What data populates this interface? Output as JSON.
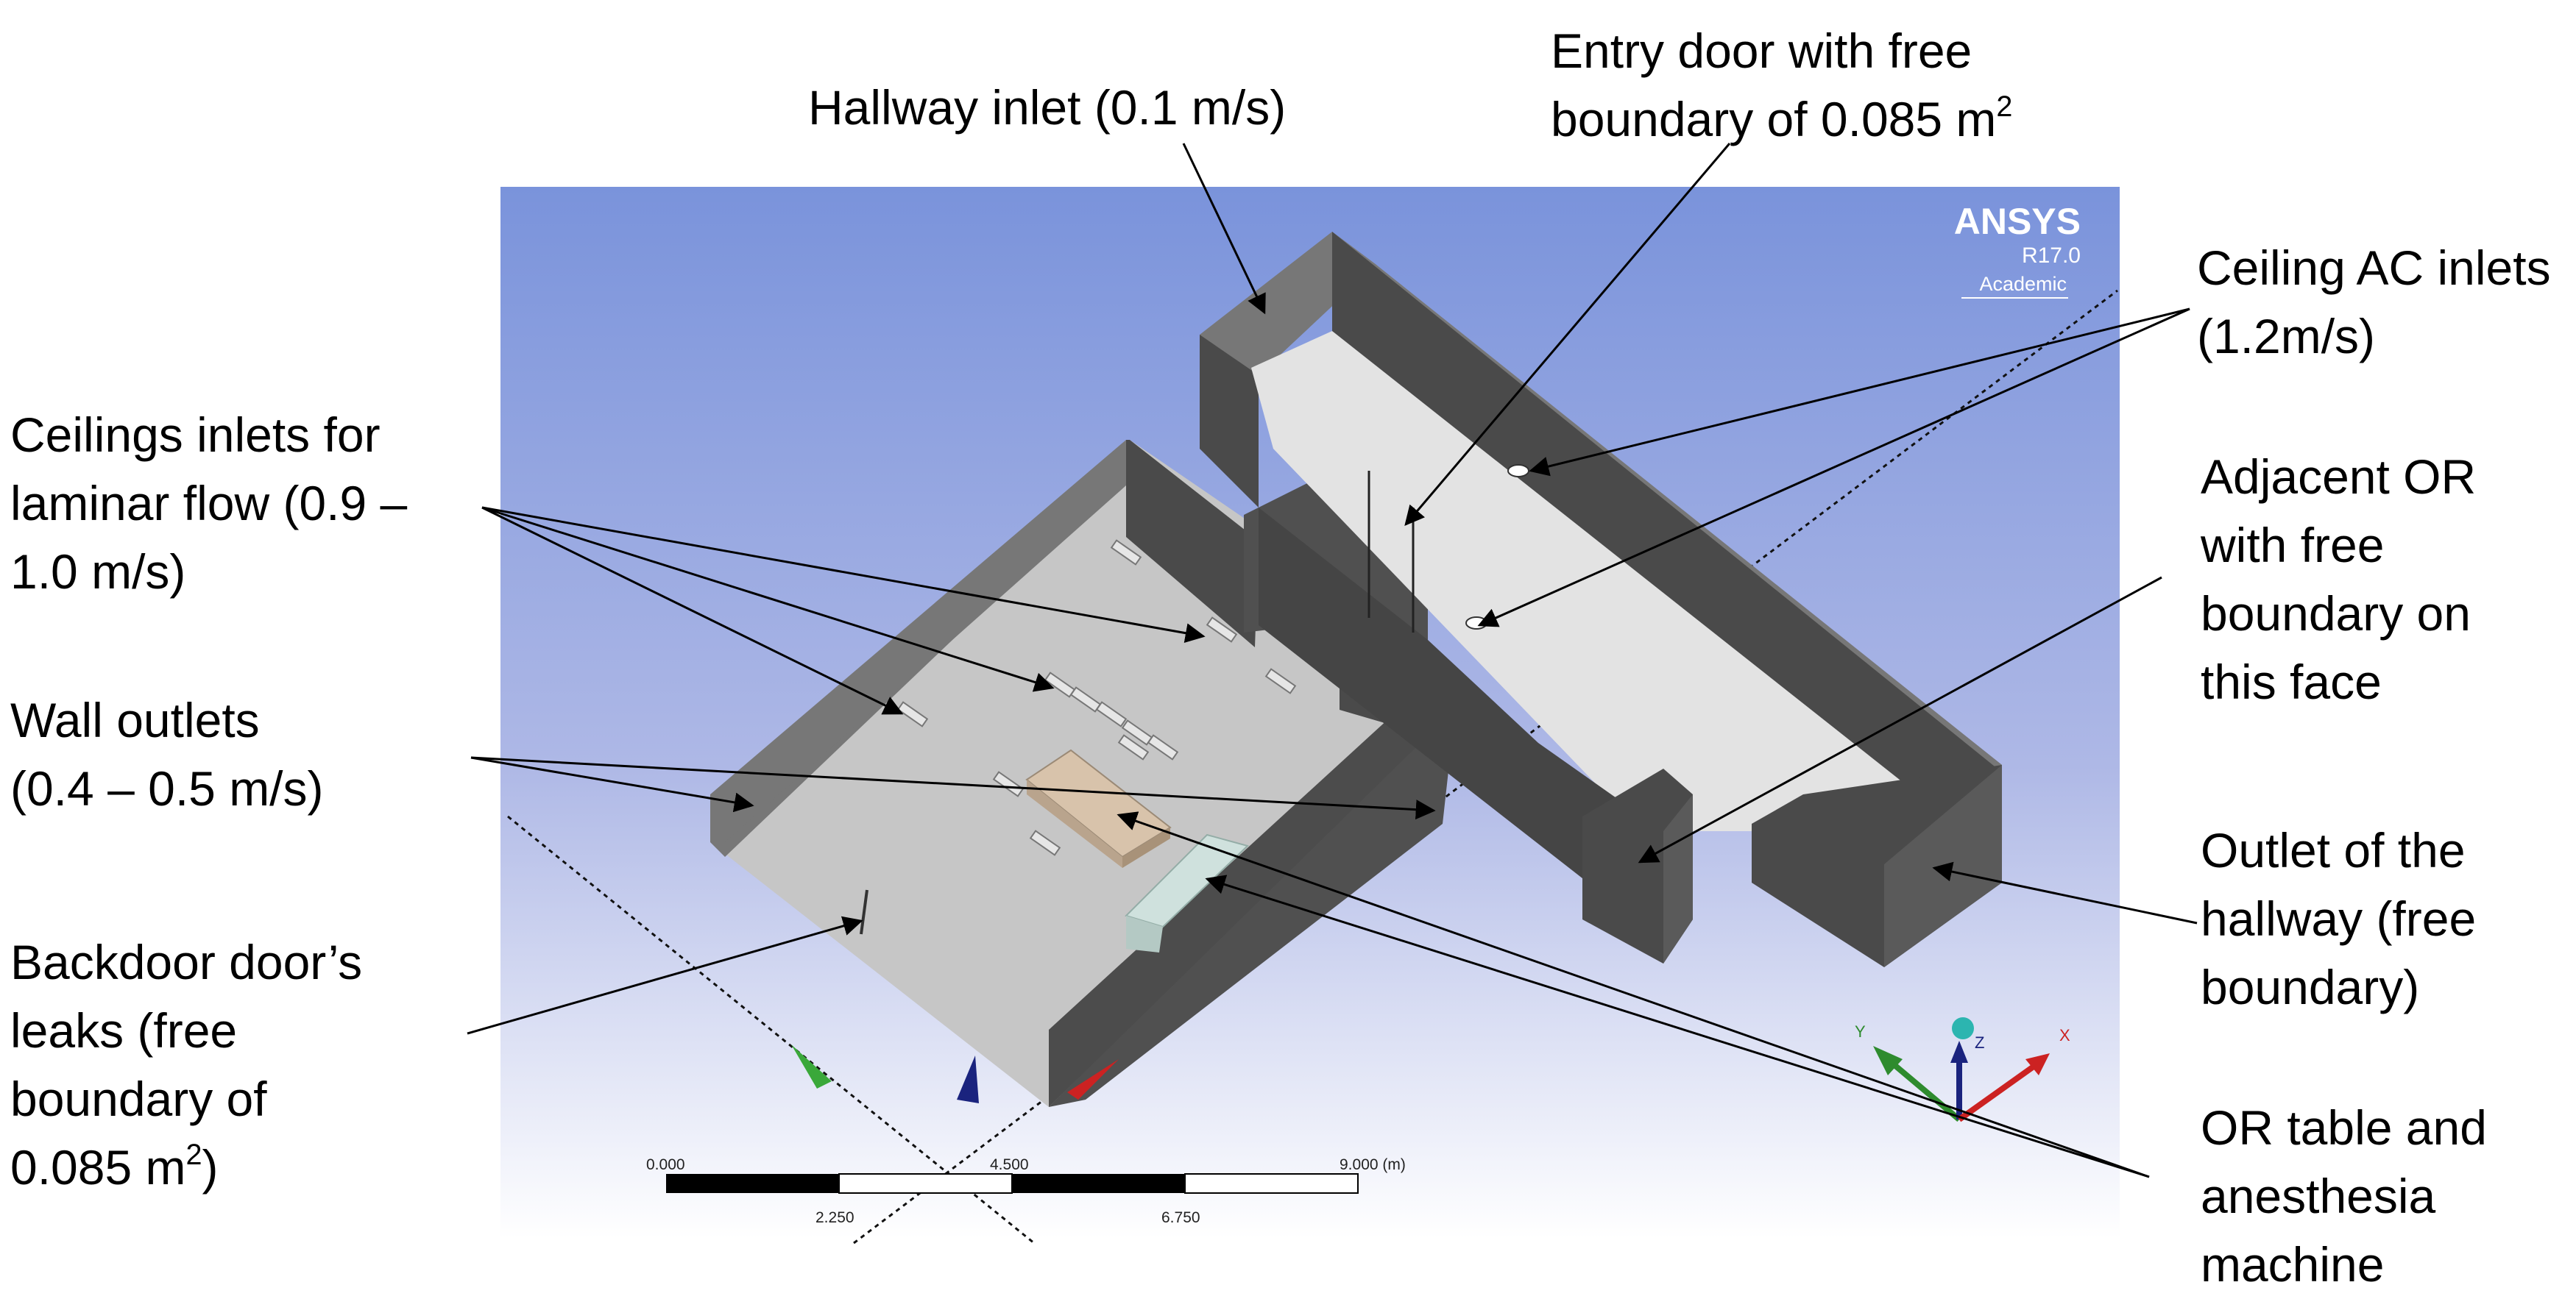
{
  "callouts": {
    "hallway_inlet": [
      "Hallway inlet (0.1 m/s)"
    ],
    "entry_door": [
      "Entry door with free",
      "boundary of 0.085 m",
      "2"
    ],
    "ceiling_ac": [
      "Ceiling AC inlets",
      "(1.2m/s)"
    ],
    "ceiling_laminar": [
      "Ceilings inlets for",
      "laminar flow (0.9 –",
      "1.0 m/s)"
    ],
    "wall_outlets": [
      "Wall outlets",
      "(0.4 – 0.5 m/s)"
    ],
    "backdoor": [
      "Backdoor door’s",
      "leaks (free",
      "boundary of",
      "0.085 m",
      "2",
      ")"
    ],
    "adjacent_or": [
      "Adjacent OR",
      "with free",
      "boundary on",
      "this face"
    ],
    "hallway_outlet": [
      "Outlet of the",
      "hallway (free",
      "boundary)"
    ],
    "or_table": [
      "OR table and",
      "anesthesia",
      "machine"
    ]
  },
  "viewport": {
    "logo_name": "ANSYS",
    "logo_version": "R17.0",
    "logo_edition": "Academic",
    "scale_ticks_top": [
      "0.000",
      "4.500",
      "9.000 (m)"
    ],
    "scale_ticks_bottom": [
      "2.250",
      "6.750"
    ],
    "triad_labels": [
      "Y",
      "Z",
      "X"
    ]
  },
  "colors": {
    "bg_top": "#7a93db",
    "bg_bottom": "#ffffff",
    "wall_dark": "#4a4a4a",
    "wall_top": "#777777",
    "floor": "#c9c9c9",
    "hallway_floor": "#e3e3e3",
    "table": "#d8c3ab",
    "anesthesia": "#cfe1dd",
    "axis_x": "#cc2222",
    "axis_y": "#229922",
    "axis_z": "#1a237e"
  }
}
